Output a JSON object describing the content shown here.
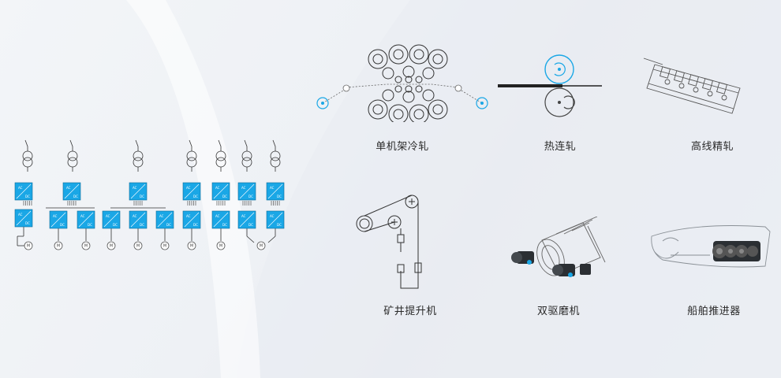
{
  "colors": {
    "accent": "#1aa7e6",
    "line": "#333333",
    "sketch": "#9aa0a6"
  },
  "topology": {
    "converter_top_label": "AC",
    "converter_bottom_label": "DC",
    "motor_label": "M"
  },
  "applications": [
    {
      "label": "单机架冷轧",
      "icon": "single-stand-cold-rolling-icon"
    },
    {
      "label": "热连轧",
      "icon": "hot-continuous-rolling-icon"
    },
    {
      "label": "高线精轧",
      "icon": "high-speed-wire-finishing-icon"
    },
    {
      "label": "矿井提升机",
      "icon": "mine-hoist-icon"
    },
    {
      "label": "双驱磨机",
      "icon": "dual-drive-mill-icon"
    },
    {
      "label": "船舶推进器",
      "icon": "ship-propeller-icon"
    }
  ]
}
